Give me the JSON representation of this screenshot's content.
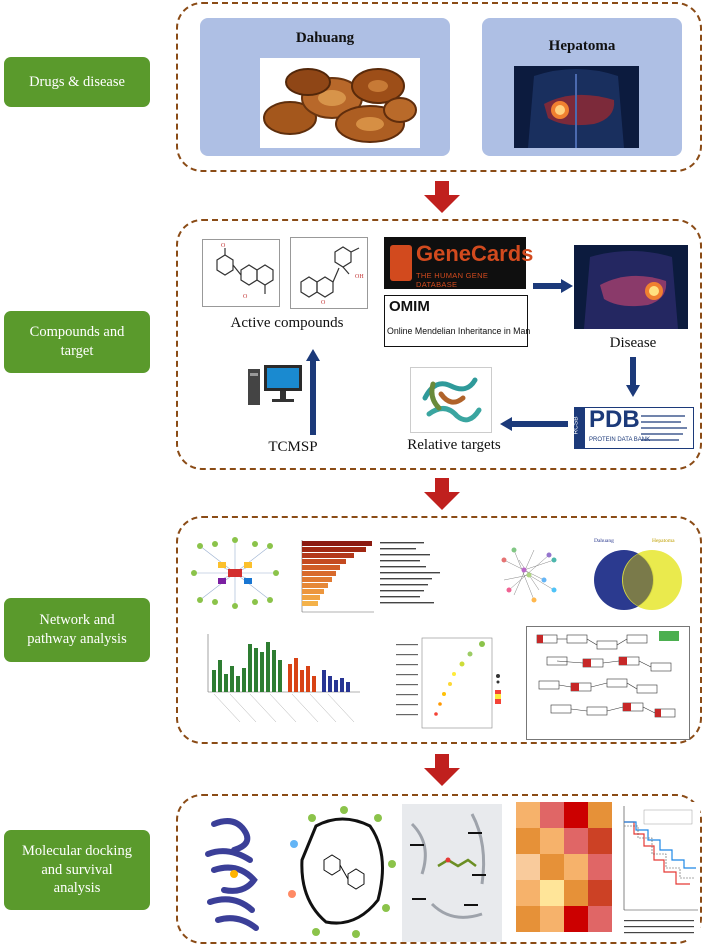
{
  "steps": [
    {
      "label": "Drugs & disease"
    },
    {
      "label": "Compounds and target"
    },
    {
      "label": "Network and pathway analysis"
    },
    {
      "label": "Molecular docking and survival analysis"
    }
  ],
  "drugs": {
    "drug_title": "Dahuang",
    "disease_title": "Hepatoma"
  },
  "compounds": {
    "active_compounds_label": "Active compounds",
    "genecards_title": "GeneCards",
    "genecards_subtitle": "THE HUMAN GENE DATABASE",
    "omim_title": "OMIM",
    "omim_subtitle": "Online Mendelian Inheritance in Man",
    "disease_label": "Disease",
    "pdb_title": "PDB",
    "pdb_side": "RCSB",
    "pdb_footer": "PROTEIN DATA BANK",
    "relative_targets_label": "Relative targets",
    "tcmsp_label": "TCMSP"
  },
  "network": {
    "venn_left": "Dahuang",
    "venn_right": "Hepatoma"
  },
  "colors": {
    "step_green": "#5a9a2c",
    "panel_border": "#8a4b16",
    "arrow_red": "#c0201e",
    "flow_arrow": "#1c3a7a",
    "box_blue": "#aebfe4"
  }
}
